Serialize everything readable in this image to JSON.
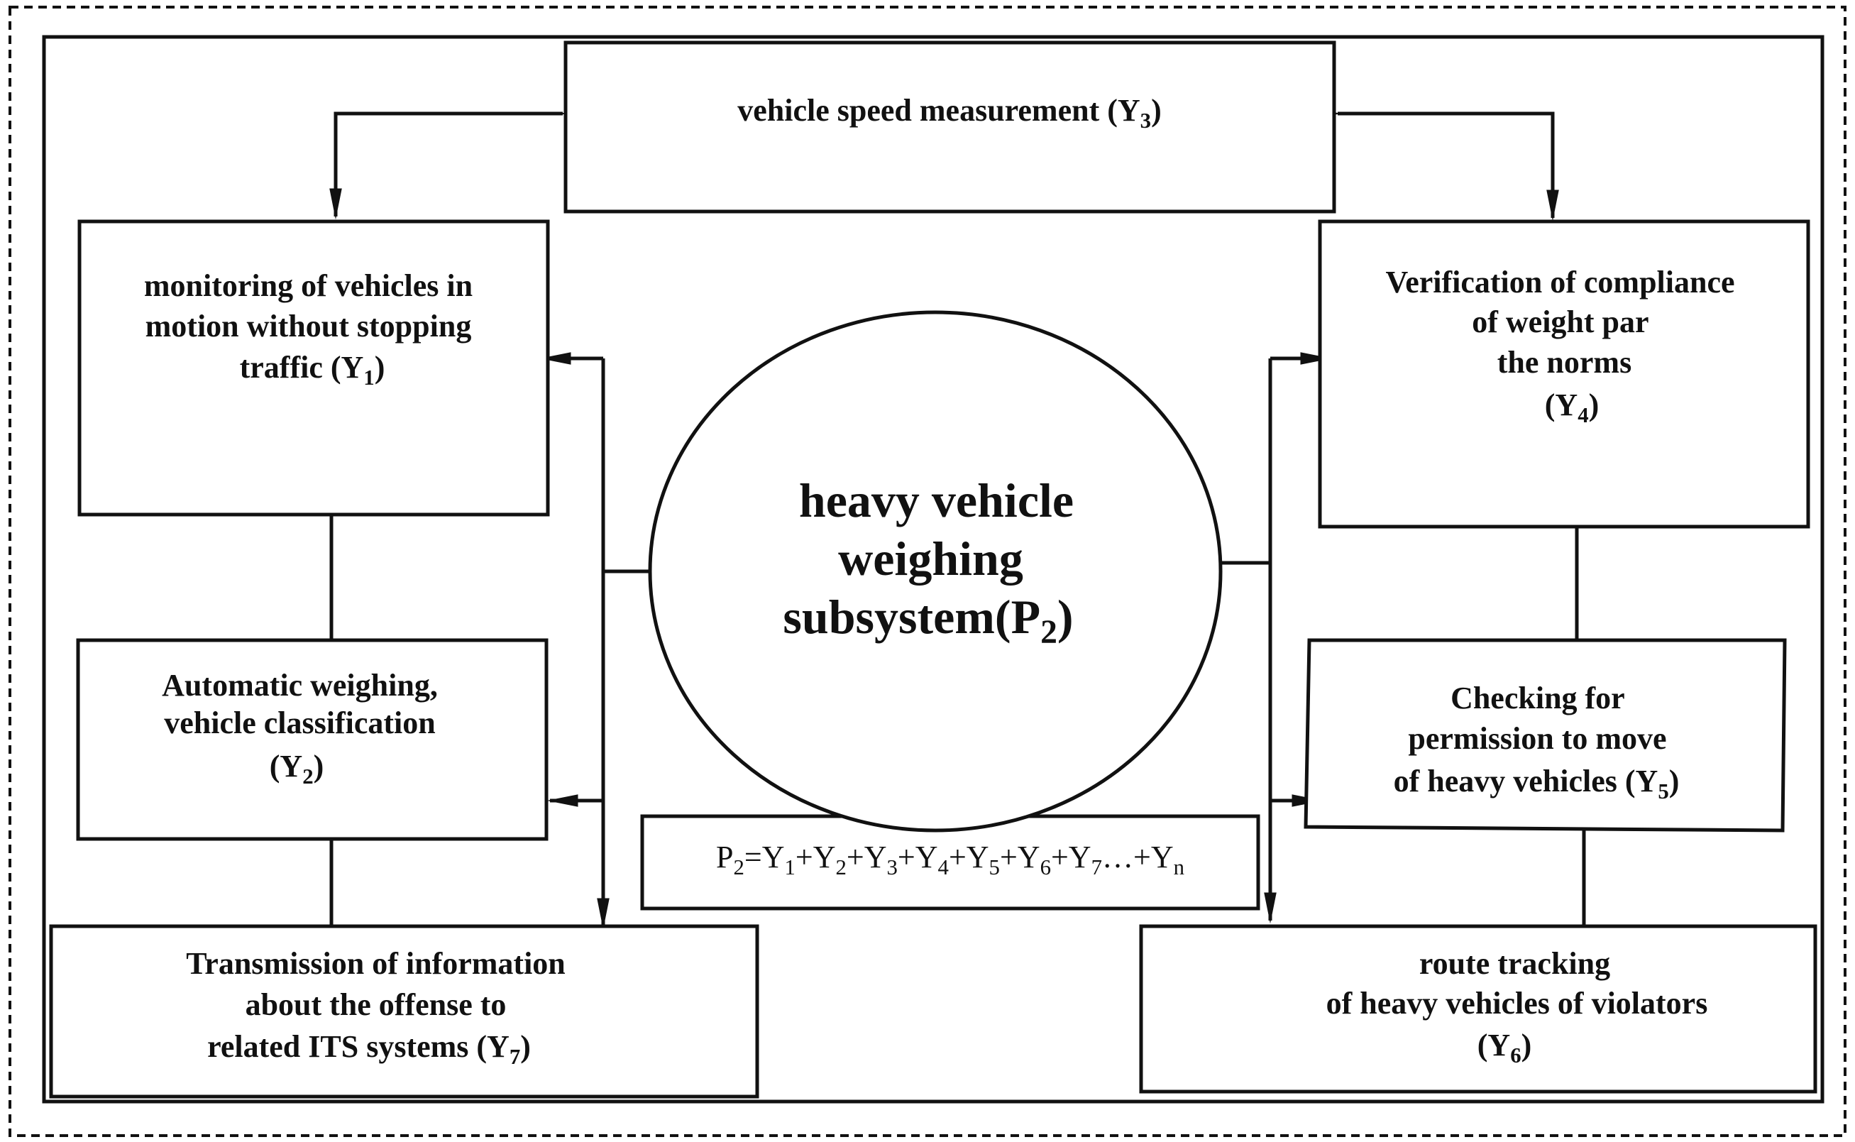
{
  "center": {
    "lines": [
      "heavy vehicle",
      "weighing",
      "subsystem(P"
    ],
    "sub": "2",
    "tail": ")"
  },
  "formula": {
    "terms": [
      {
        "sym": "P",
        "sub": "2",
        "after": "="
      },
      {
        "sym": "Y",
        "sub": "1",
        "after": "+"
      },
      {
        "sym": "Y",
        "sub": "2",
        "after": "+"
      },
      {
        "sym": "Y",
        "sub": "3",
        "after": "+"
      },
      {
        "sym": "Y",
        "sub": "4",
        "after": "+"
      },
      {
        "sym": "Y",
        "sub": "5",
        "after": "+"
      },
      {
        "sym": "Y",
        "sub": "6",
        "after": "+"
      },
      {
        "sym": "Y",
        "sub": "7",
        "after": "…+"
      },
      {
        "sym": "Y",
        "sub": "n",
        "after": ""
      }
    ]
  },
  "y3": {
    "text": "vehicle speed measurement (Y",
    "sub": "3",
    "tail": ")"
  },
  "y1": {
    "lines": [
      "monitoring of vehicles in",
      "motion without stopping",
      "traffic (Y"
    ],
    "sub": "1",
    "tail": ")"
  },
  "y2": {
    "lines": [
      "Automatic weighing,",
      "vehicle classification",
      "(Y"
    ],
    "sub": "2",
    "tail": ")"
  },
  "y7": {
    "lines": [
      "Transmission of information",
      "about the offense to",
      "related ITS systems (Y"
    ],
    "sub": "7",
    "tail": ")"
  },
  "y4": {
    "lines": [
      "Verification of compliance",
      "of weight par",
      "the norms",
      "(Y"
    ],
    "sub": "4",
    "tail": ")"
  },
  "y5": {
    "lines": [
      "Checking for",
      "permission to move",
      "of heavy vehicles (Y"
    ],
    "sub": "5",
    "tail": ")"
  },
  "y6": {
    "lines": [
      "route tracking",
      "of heavy vehicles of violators",
      "(Y"
    ],
    "sub": "6",
    "tail": ")"
  }
}
